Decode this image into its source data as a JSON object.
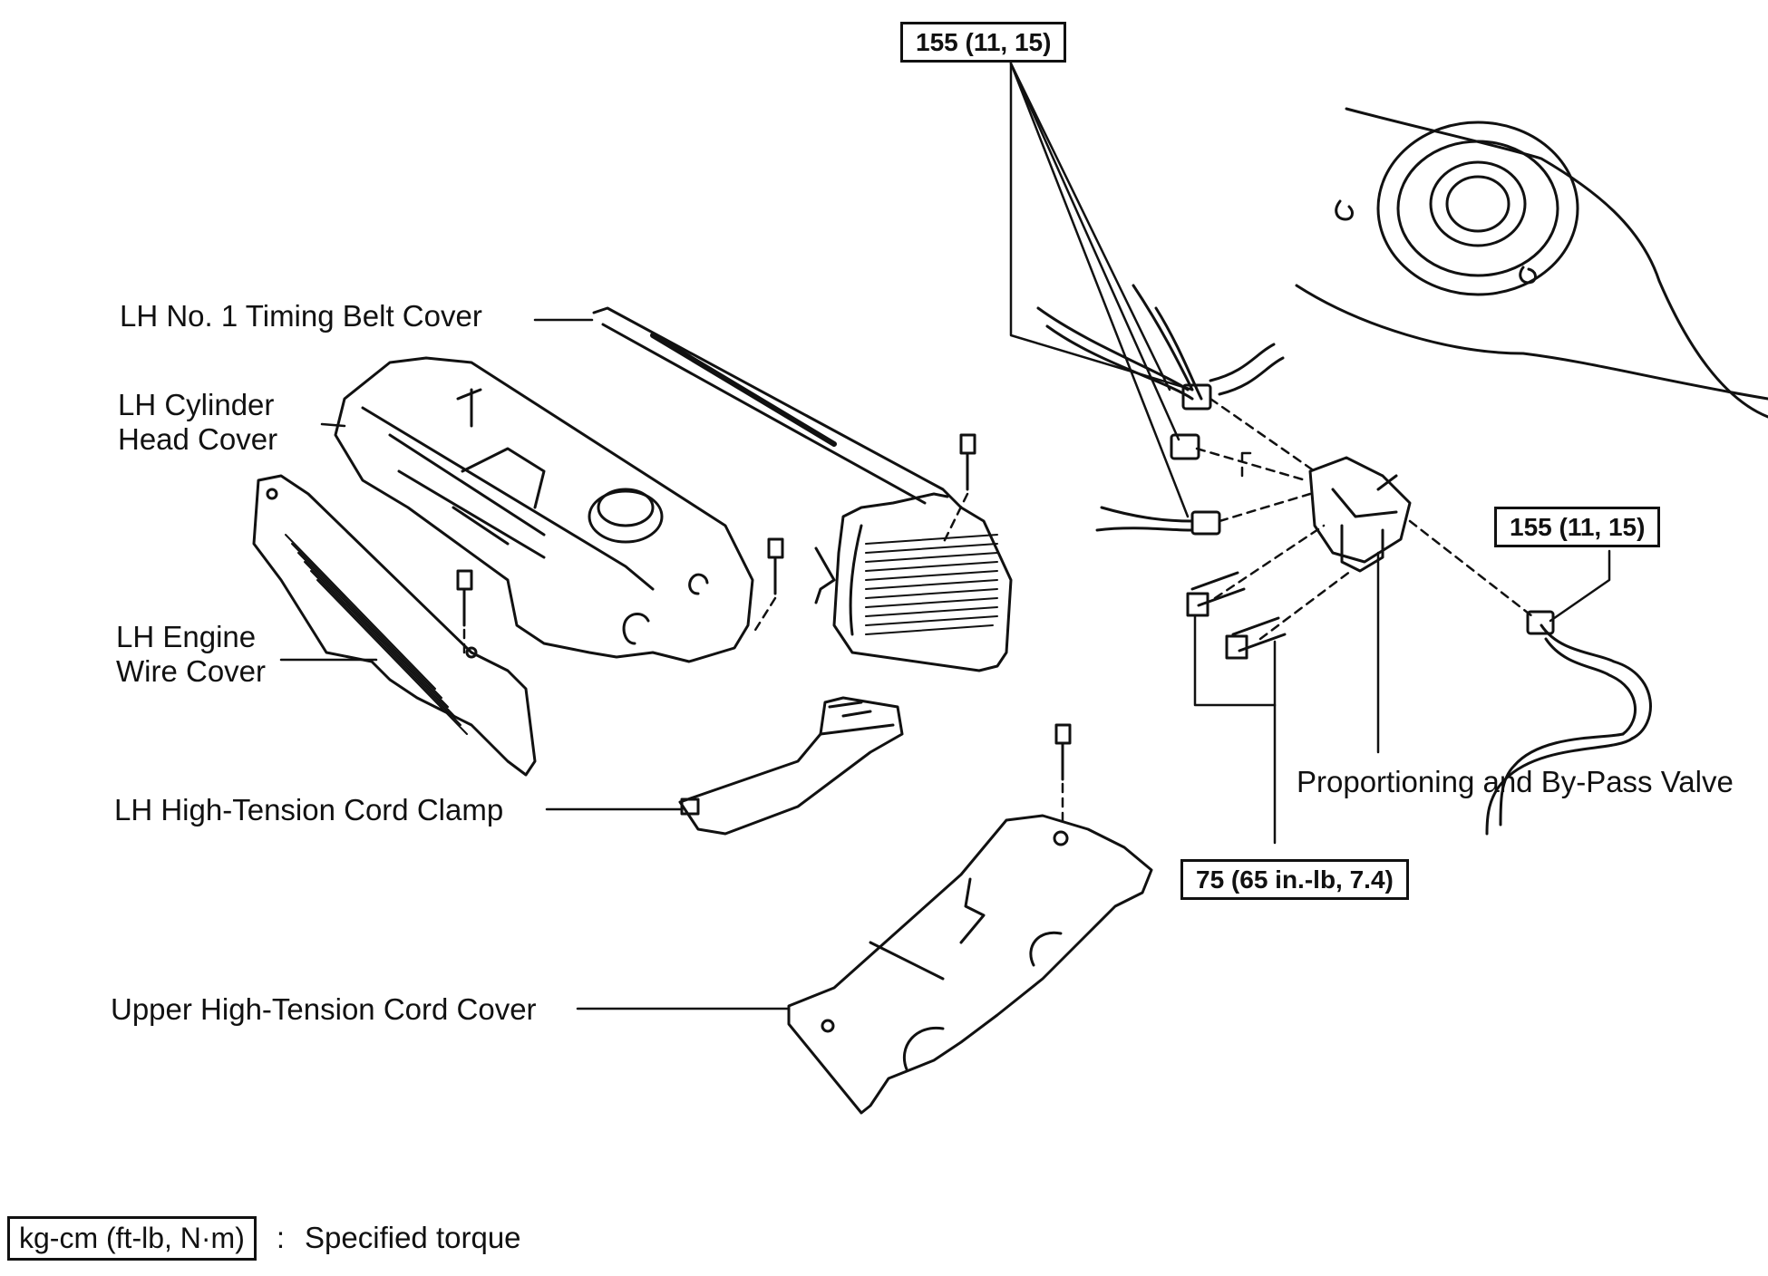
{
  "labels": {
    "timing_belt_cover": "LH No. 1 Timing Belt Cover",
    "cylinder_head_cover_l1": "LH Cylinder",
    "cylinder_head_cover_l2": "Head Cover",
    "engine_wire_cover_l1": "LH Engine",
    "engine_wire_cover_l2": "Wire Cover",
    "cord_clamp": "LH High-Tension Cord Clamp",
    "upper_cord_cover": "Upper High-Tension Cord Cover",
    "valve": "Proportioning and By-Pass Valve"
  },
  "torques": {
    "top": "155 (11, 15)",
    "right": "155 (11, 15)",
    "bolts": "75 (65 in.-lb, 7.4)"
  },
  "legend": {
    "unit": "kg-cm (ft-lb, N·m)",
    "separator": ":",
    "meaning": "Specified torque"
  }
}
